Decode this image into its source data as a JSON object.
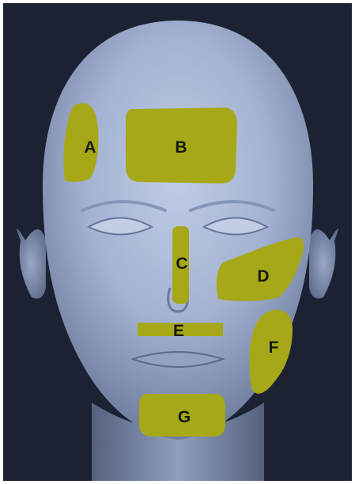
{
  "colors": {
    "background": "#1c2232",
    "skin": "#a5b4d4",
    "skin_shadow": "#6d7c9c",
    "zone_fill": "#a6a817",
    "label": "#151a14"
  },
  "zones": [
    {
      "label": "A"
    },
    {
      "label": "B"
    },
    {
      "label": "C"
    },
    {
      "label": "D"
    },
    {
      "label": "E"
    },
    {
      "label": "F"
    },
    {
      "label": "G"
    }
  ]
}
